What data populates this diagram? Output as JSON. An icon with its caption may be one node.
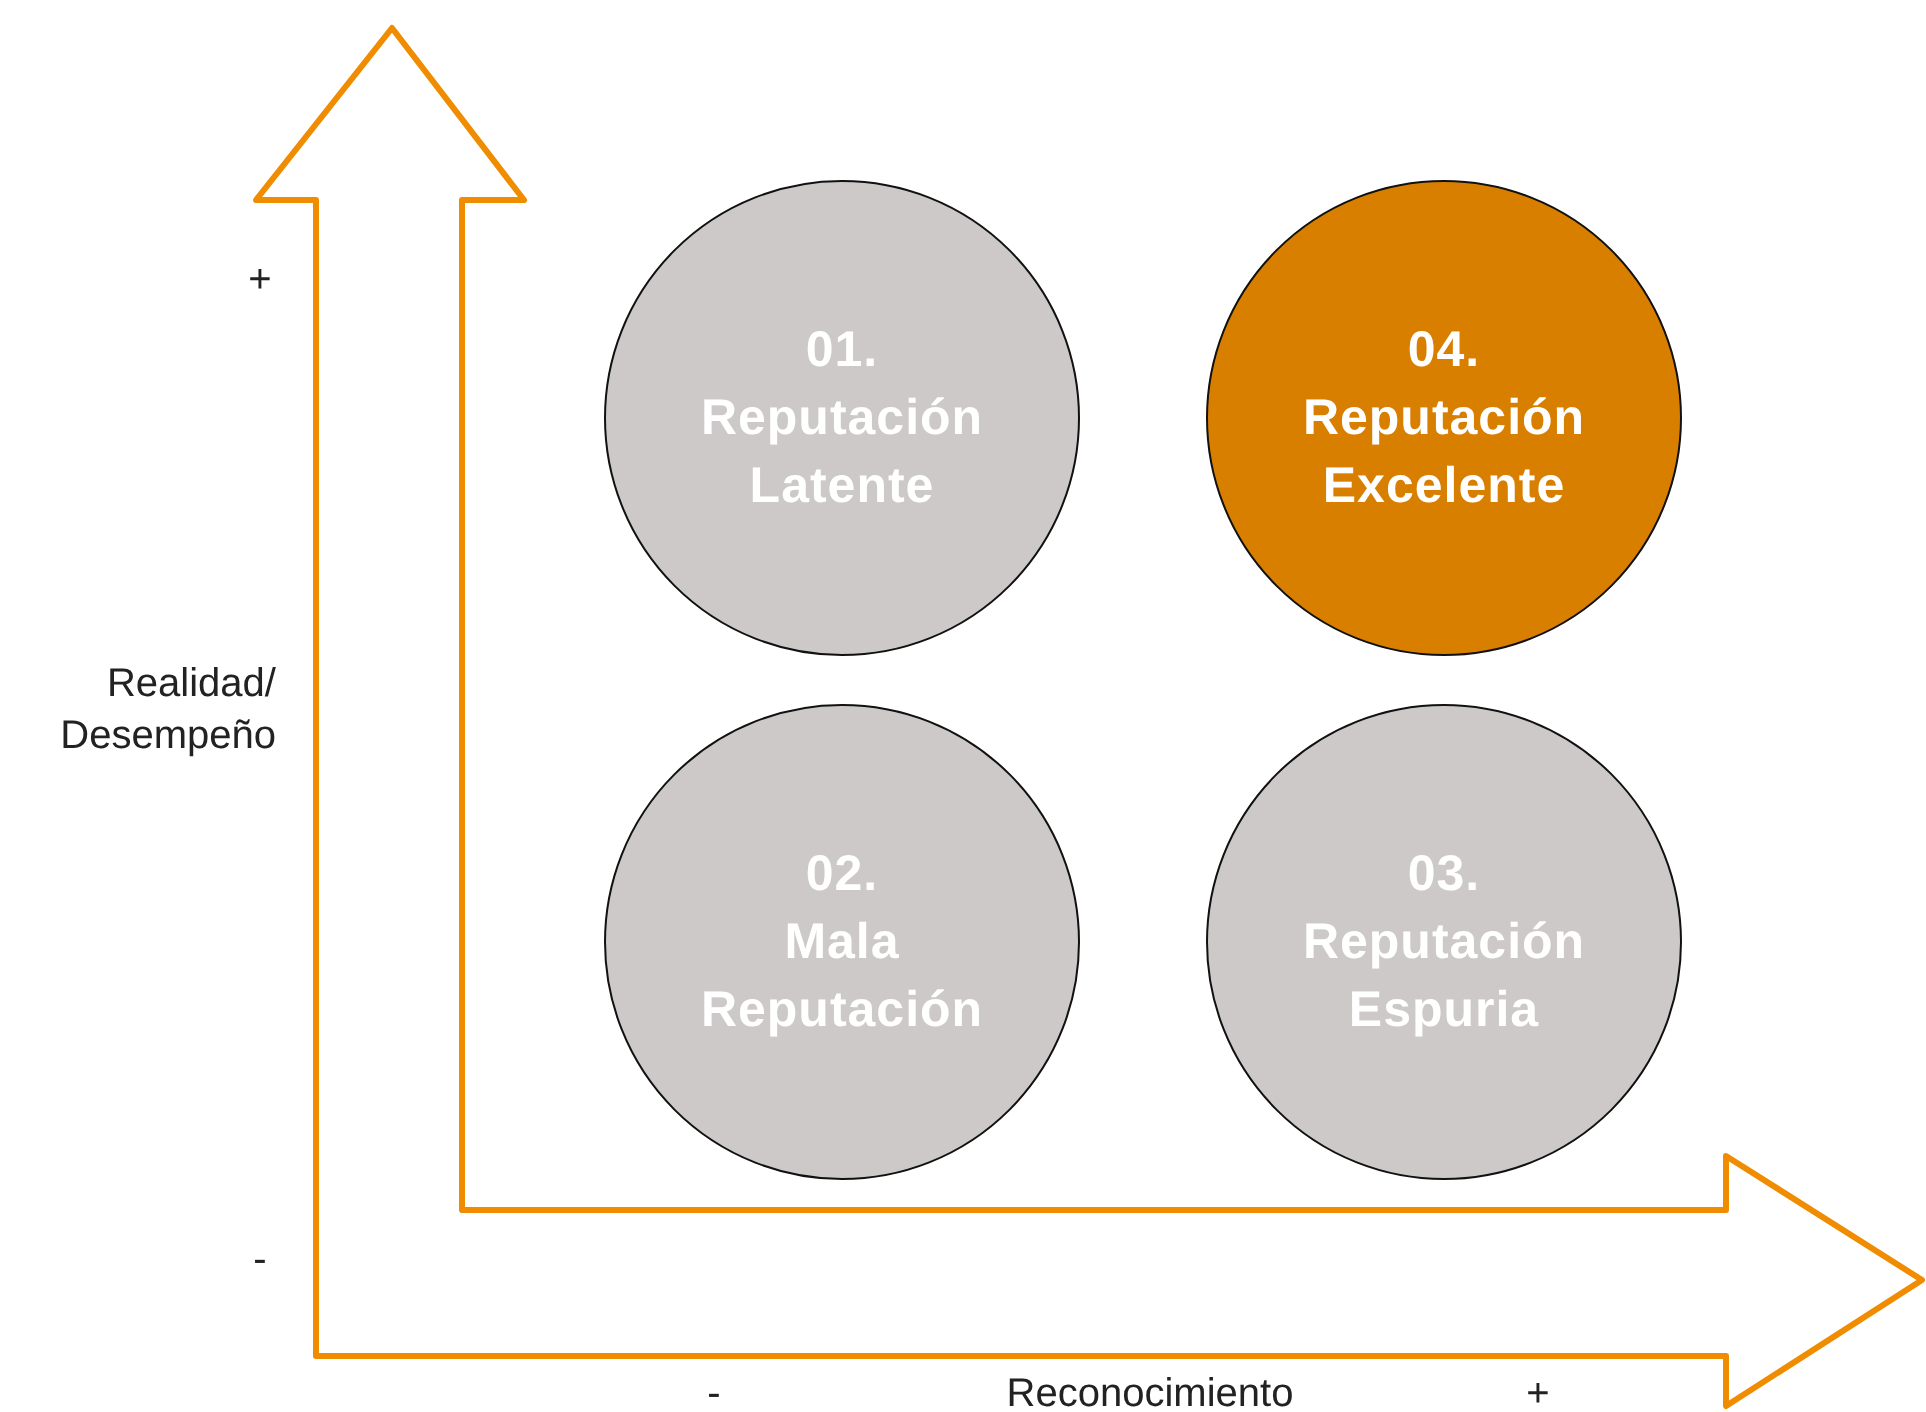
{
  "diagram": {
    "nodes": [
      {
        "text": [
          "01.",
          "Reputación Latente"
        ]
      },
      {
        "text": [
          "04.",
          "Reputación Excelente"
        ]
      },
      {
        "text": [
          "02.",
          "Mala Reputación"
        ]
      },
      {
        "text": [
          "03.",
          "Reputación Espuria"
        ]
      }
    ],
    "edges": [],
    "labels": [
      "+",
      "Realidad/ Desempeño",
      "-",
      "-",
      "Reconocimiento",
      "+"
    ]
  }
}
